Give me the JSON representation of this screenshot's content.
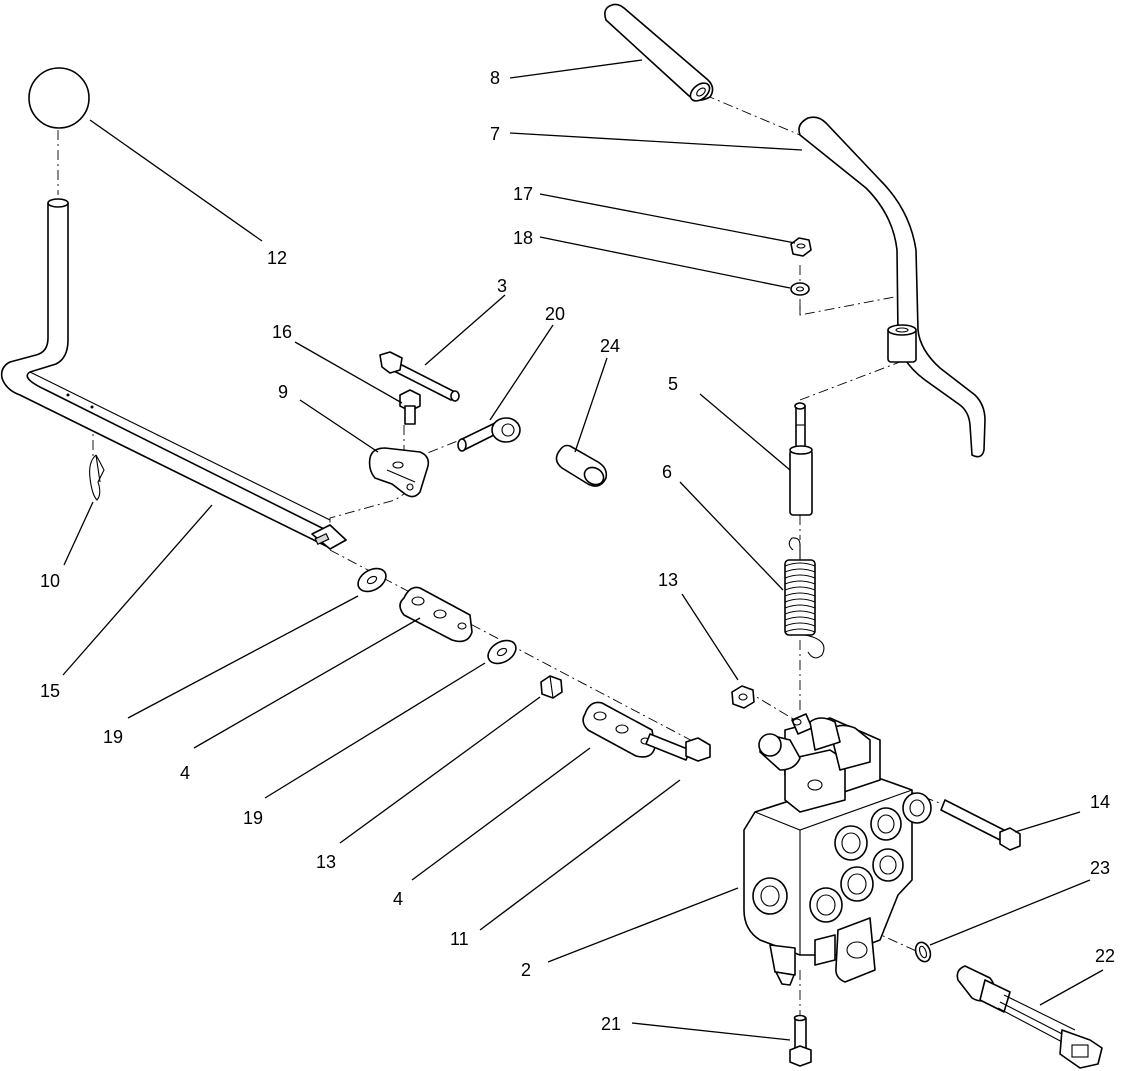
{
  "callouts": {
    "c2": "2",
    "c3": "3",
    "c4a": "4",
    "c4b": "4",
    "c5": "5",
    "c6": "6",
    "c7": "7",
    "c8": "8",
    "c9": "9",
    "c10": "10",
    "c11": "11",
    "c12": "12",
    "c13a": "13",
    "c13b": "13",
    "c14": "14",
    "c15": "15",
    "c16": "16",
    "c17": "17",
    "c18": "18",
    "c19a": "19",
    "c19b": "19",
    "c20": "20",
    "c21": "21",
    "c22": "22",
    "c23": "23",
    "c24": "24"
  }
}
